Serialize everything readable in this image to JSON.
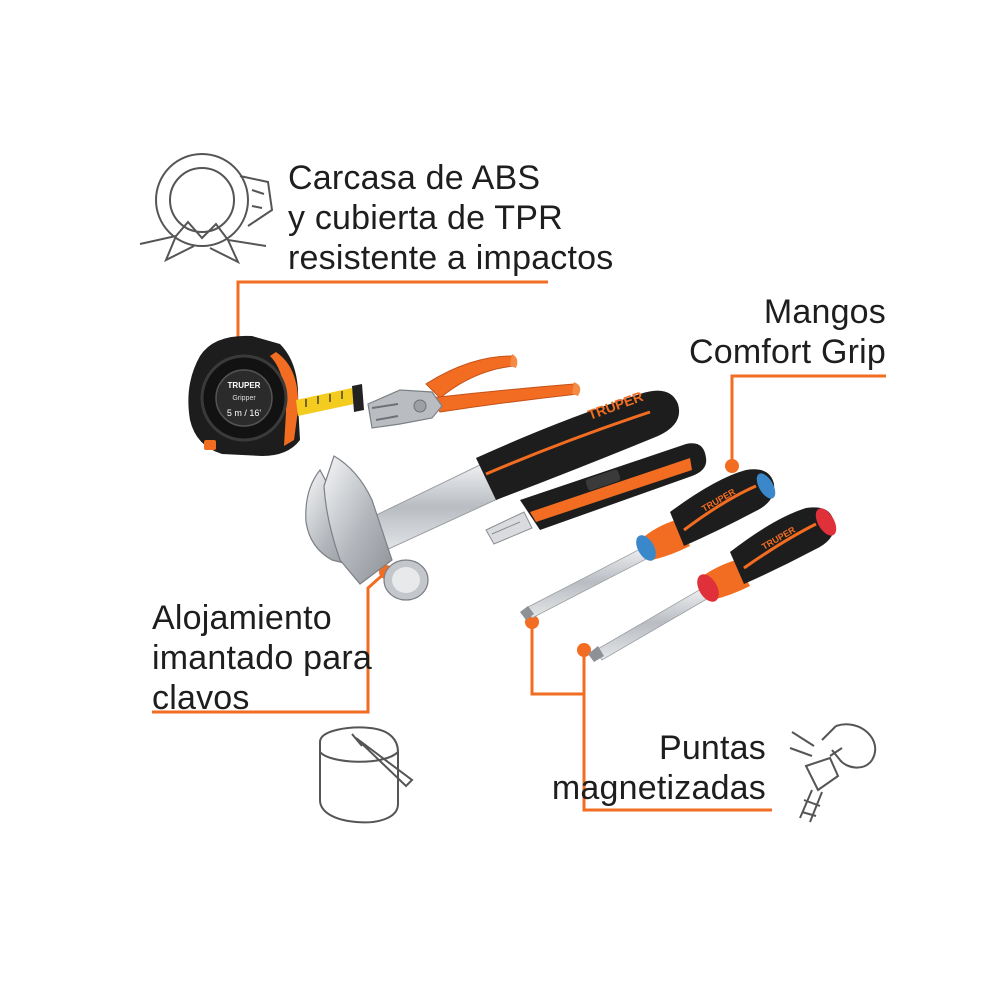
{
  "labels": {
    "housing": [
      "Carcasa de ABS",
      "y cubierta de TPR",
      "resistente a impactos"
    ],
    "grip": [
      "Mangos",
      "Comfort Grip"
    ],
    "magnet": [
      "Alojamiento",
      "imantado para",
      "clavos"
    ],
    "tips": [
      "Puntas",
      "magnetizadas"
    ]
  },
  "brand": {
    "name": "TRUPER",
    "tape_model": "Gripper",
    "tape_size": "5 m / 16'"
  },
  "icons": {
    "tape_impact": "tape-impact-icon",
    "nail_magnet": "nail-magnet-icon",
    "magnet_tip": "magnet-tip-icon"
  },
  "colors": {
    "accent": "#f26d21",
    "tool_black": "#1d1d1d",
    "text": "#1e1e1e",
    "steel": "#c9ccd0",
    "blue_ring": "#3a87c9",
    "red_ring": "#e0303a"
  }
}
